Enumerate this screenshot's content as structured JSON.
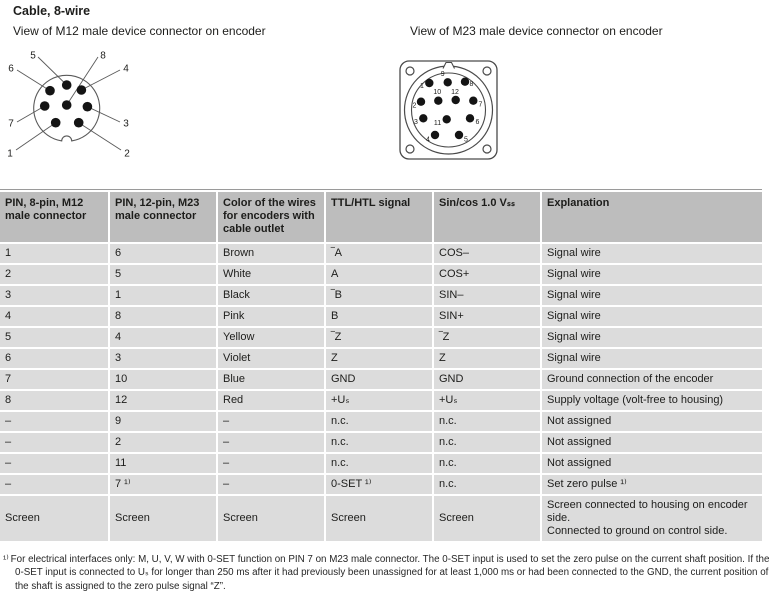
{
  "page": {
    "title": "Cable, 8-wire",
    "captions": {
      "m12": "View of M12 male device connector on encoder",
      "m23": "View of M23 male device connector on encoder"
    }
  },
  "diagrams": {
    "m12": {
      "pin_labels": [
        "1",
        "2",
        "3",
        "4",
        "5",
        "6",
        "7",
        "8"
      ]
    },
    "m23": {
      "pin_labels": [
        "1",
        "2",
        "3",
        "4",
        "5",
        "6",
        "7",
        "8",
        "9",
        "10",
        "11",
        "12"
      ]
    }
  },
  "table": {
    "columns": [
      "PIN, 8-pin, M12 male connector",
      "PIN, 12-pin, M23 male connector",
      "Color of the wires for encoders with cable outlet",
      "TTL/HTL signal",
      "Sin/cos 1.0 Vₛₛ",
      "Explanation"
    ],
    "rows": [
      [
        "1",
        "6",
        "Brown",
        "‾A",
        "COS–",
        "Signal wire"
      ],
      [
        "2",
        "5",
        "White",
        "A",
        "COS+",
        "Signal wire"
      ],
      [
        "3",
        "1",
        "Black",
        "‾B",
        "SIN–",
        "Signal wire"
      ],
      [
        "4",
        "8",
        "Pink",
        "B",
        "SIN+",
        "Signal wire"
      ],
      [
        "5",
        "4",
        "Yellow",
        "‾Z",
        "‾Z",
        "Signal wire"
      ],
      [
        "6",
        "3",
        "Violet",
        "Z",
        "Z",
        "Signal wire"
      ],
      [
        "7",
        "10",
        "Blue",
        "GND",
        "GND",
        "Ground connection of the encoder"
      ],
      [
        "8",
        "12",
        "Red",
        "+Uₛ",
        "+Uₛ",
        "Supply voltage (volt-free to housing)"
      ],
      [
        "–",
        "9",
        "–",
        "n.c.",
        "n.c.",
        "Not assigned"
      ],
      [
        "–",
        "2",
        "–",
        "n.c.",
        "n.c.",
        "Not assigned"
      ],
      [
        "–",
        "11",
        "–",
        "n.c.",
        "n.c.",
        "Not assigned"
      ],
      [
        "–",
        "7 ¹⁾",
        "–",
        "0-SET ¹⁾",
        "n.c.",
        "Set zero pulse ¹⁾"
      ],
      [
        "Screen",
        "Screen",
        "Screen",
        "Screen",
        "Screen",
        "Screen connected to housing on encoder side.\nConnected to ground on control side."
      ]
    ]
  },
  "footnote": {
    "marker": "¹⁾",
    "text": "For electrical interfaces only: M, U, V, W with 0-SET function on PIN 7 on M23 male connector. The 0-SET input is used to set the zero pulse on the current shaft position. If the 0-SET input is connected to Uₛ for longer than 250 ms after it had previously been unassigned for at least 1,000 ms or had been connected to the GND, the current position of the shaft is assigned to the zero pulse signal “Z”."
  },
  "colors": {
    "header_bg": "#bdbdbd",
    "row_bg": "#dcdcdc",
    "table_top_border": "#9a9a9a",
    "text": "#1d1d1b"
  }
}
